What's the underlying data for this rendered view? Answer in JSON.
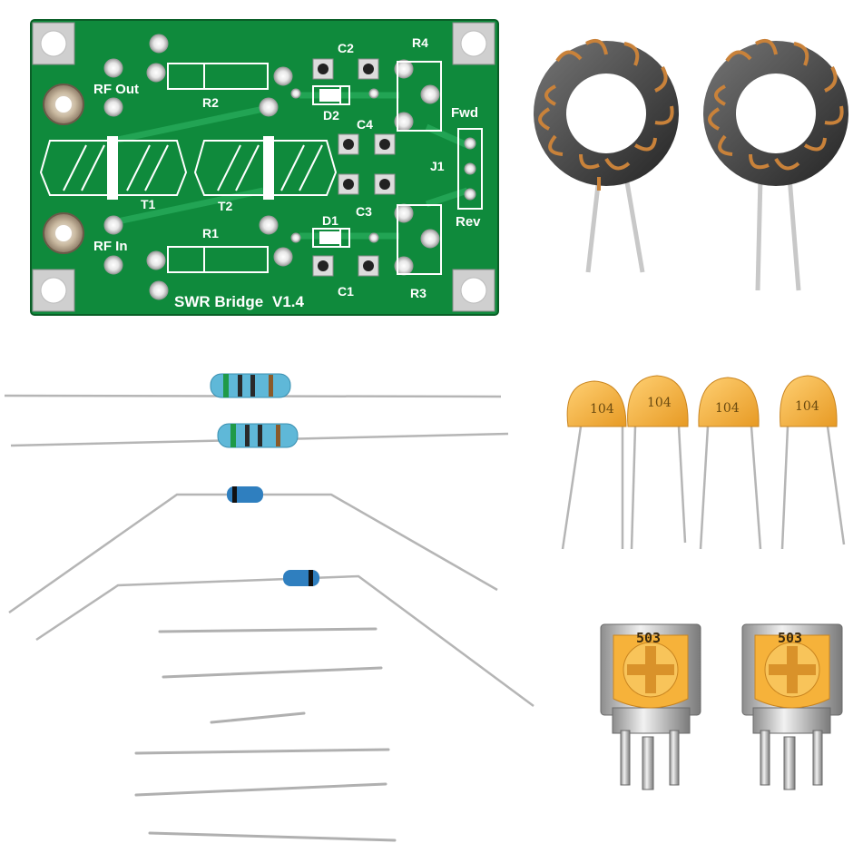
{
  "pcb": {
    "title": "SWR Bridge",
    "version": "V1.4",
    "rf_out": "RF Out",
    "rf_in": "RF In",
    "fwd": "Fwd",
    "rev": "Rev",
    "labels": {
      "c1": "C1",
      "c2": "C2",
      "c3": "C3",
      "c4": "C4",
      "r1": "R1",
      "r2": "R2",
      "r3": "R3",
      "r4": "R4",
      "d1": "D1",
      "d2": "D2",
      "t1": "T1",
      "t2": "T2",
      "j1": "J1"
    }
  },
  "capacitors": {
    "code": "104",
    "count": 4
  },
  "trimmers": {
    "code": "503",
    "count": 2
  },
  "toroids": {
    "count": 2
  },
  "resistors": {
    "count": 2
  },
  "diodes": {
    "count": 2
  },
  "wire_links": {
    "count": 6
  },
  "colors": {
    "pcb_green": "#0f8a3c",
    "pcb_dark": "#0b6a2c",
    "copper": "#c98a3c",
    "resistor_blue": "#5fb8d8",
    "capacitor_yellow": "#f0b63a",
    "trimmer_orange": "#f6b23a"
  }
}
